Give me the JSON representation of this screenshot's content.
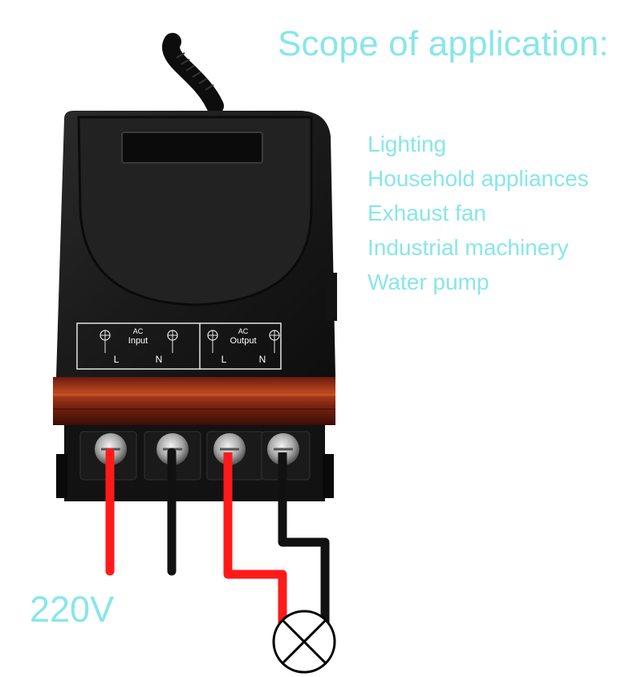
{
  "heading": "Scope of application:",
  "applications": [
    "Lighting",
    "Household appliances",
    "Exhaust fan",
    "Industrial machinery",
    "Water pump"
  ],
  "voltage_label": "220V",
  "terminal_panel": {
    "input_label_top": "AC",
    "input_label_bottom": "Input",
    "output_label_top": "AC",
    "output_label_bottom": "Output",
    "l1": "L",
    "n1": "N",
    "l2": "L",
    "n2": "N"
  },
  "colors": {
    "text_accent": "#88e6e9",
    "wire_live": "#ff1a1a",
    "wire_neutral": "#111111",
    "housing": "#1c1c1c",
    "terminal_block": "#8a2a1a"
  }
}
